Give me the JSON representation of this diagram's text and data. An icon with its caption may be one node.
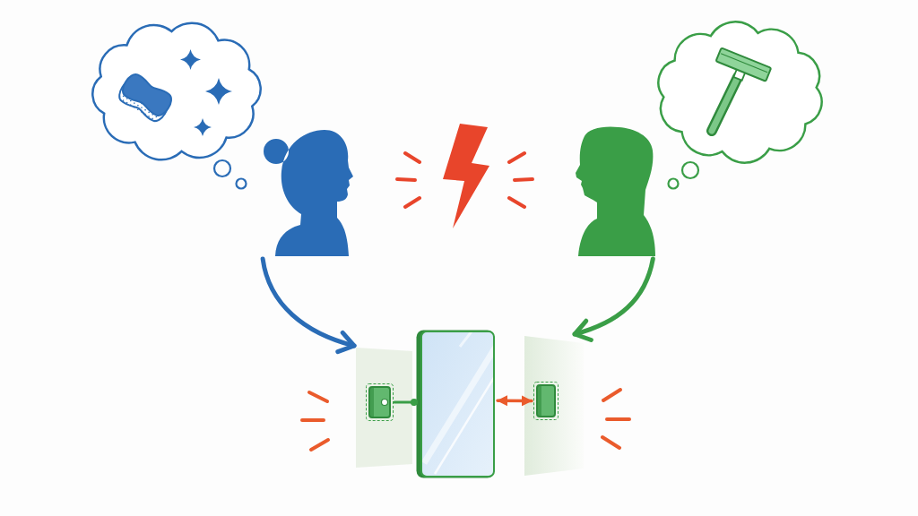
{
  "diagram": {
    "nodes": [
      {
        "text": [],
        "shape": "cloud"
      },
      {
        "text": [],
        "shape": "person"
      },
      {
        "text": [],
        "shape": "person"
      },
      {
        "text": [],
        "shape": "cloud"
      },
      {
        "text": [],
        "shape": "box"
      },
      {
        "text": [],
        "shape": "box",
        "in": 4
      },
      {
        "text": [],
        "shape": "picture"
      },
      {
        "text": [],
        "shape": "box"
      },
      {
        "text": [],
        "shape": "box",
        "in": 7
      }
    ],
    "edges": [
      {
        "from": 1,
        "to": 4,
        "arrow": "to",
        "color": "#2a6cb6"
      },
      {
        "from": 2,
        "to": 7,
        "arrow": "to",
        "color": "#3a9e47"
      },
      {
        "from": 6,
        "to": 8,
        "arrow": "both",
        "color": "#ea5b2c"
      },
      {
        "from": 5,
        "to": 6,
        "arrow": "other",
        "color": "#3a9e47"
      }
    ]
  }
}
